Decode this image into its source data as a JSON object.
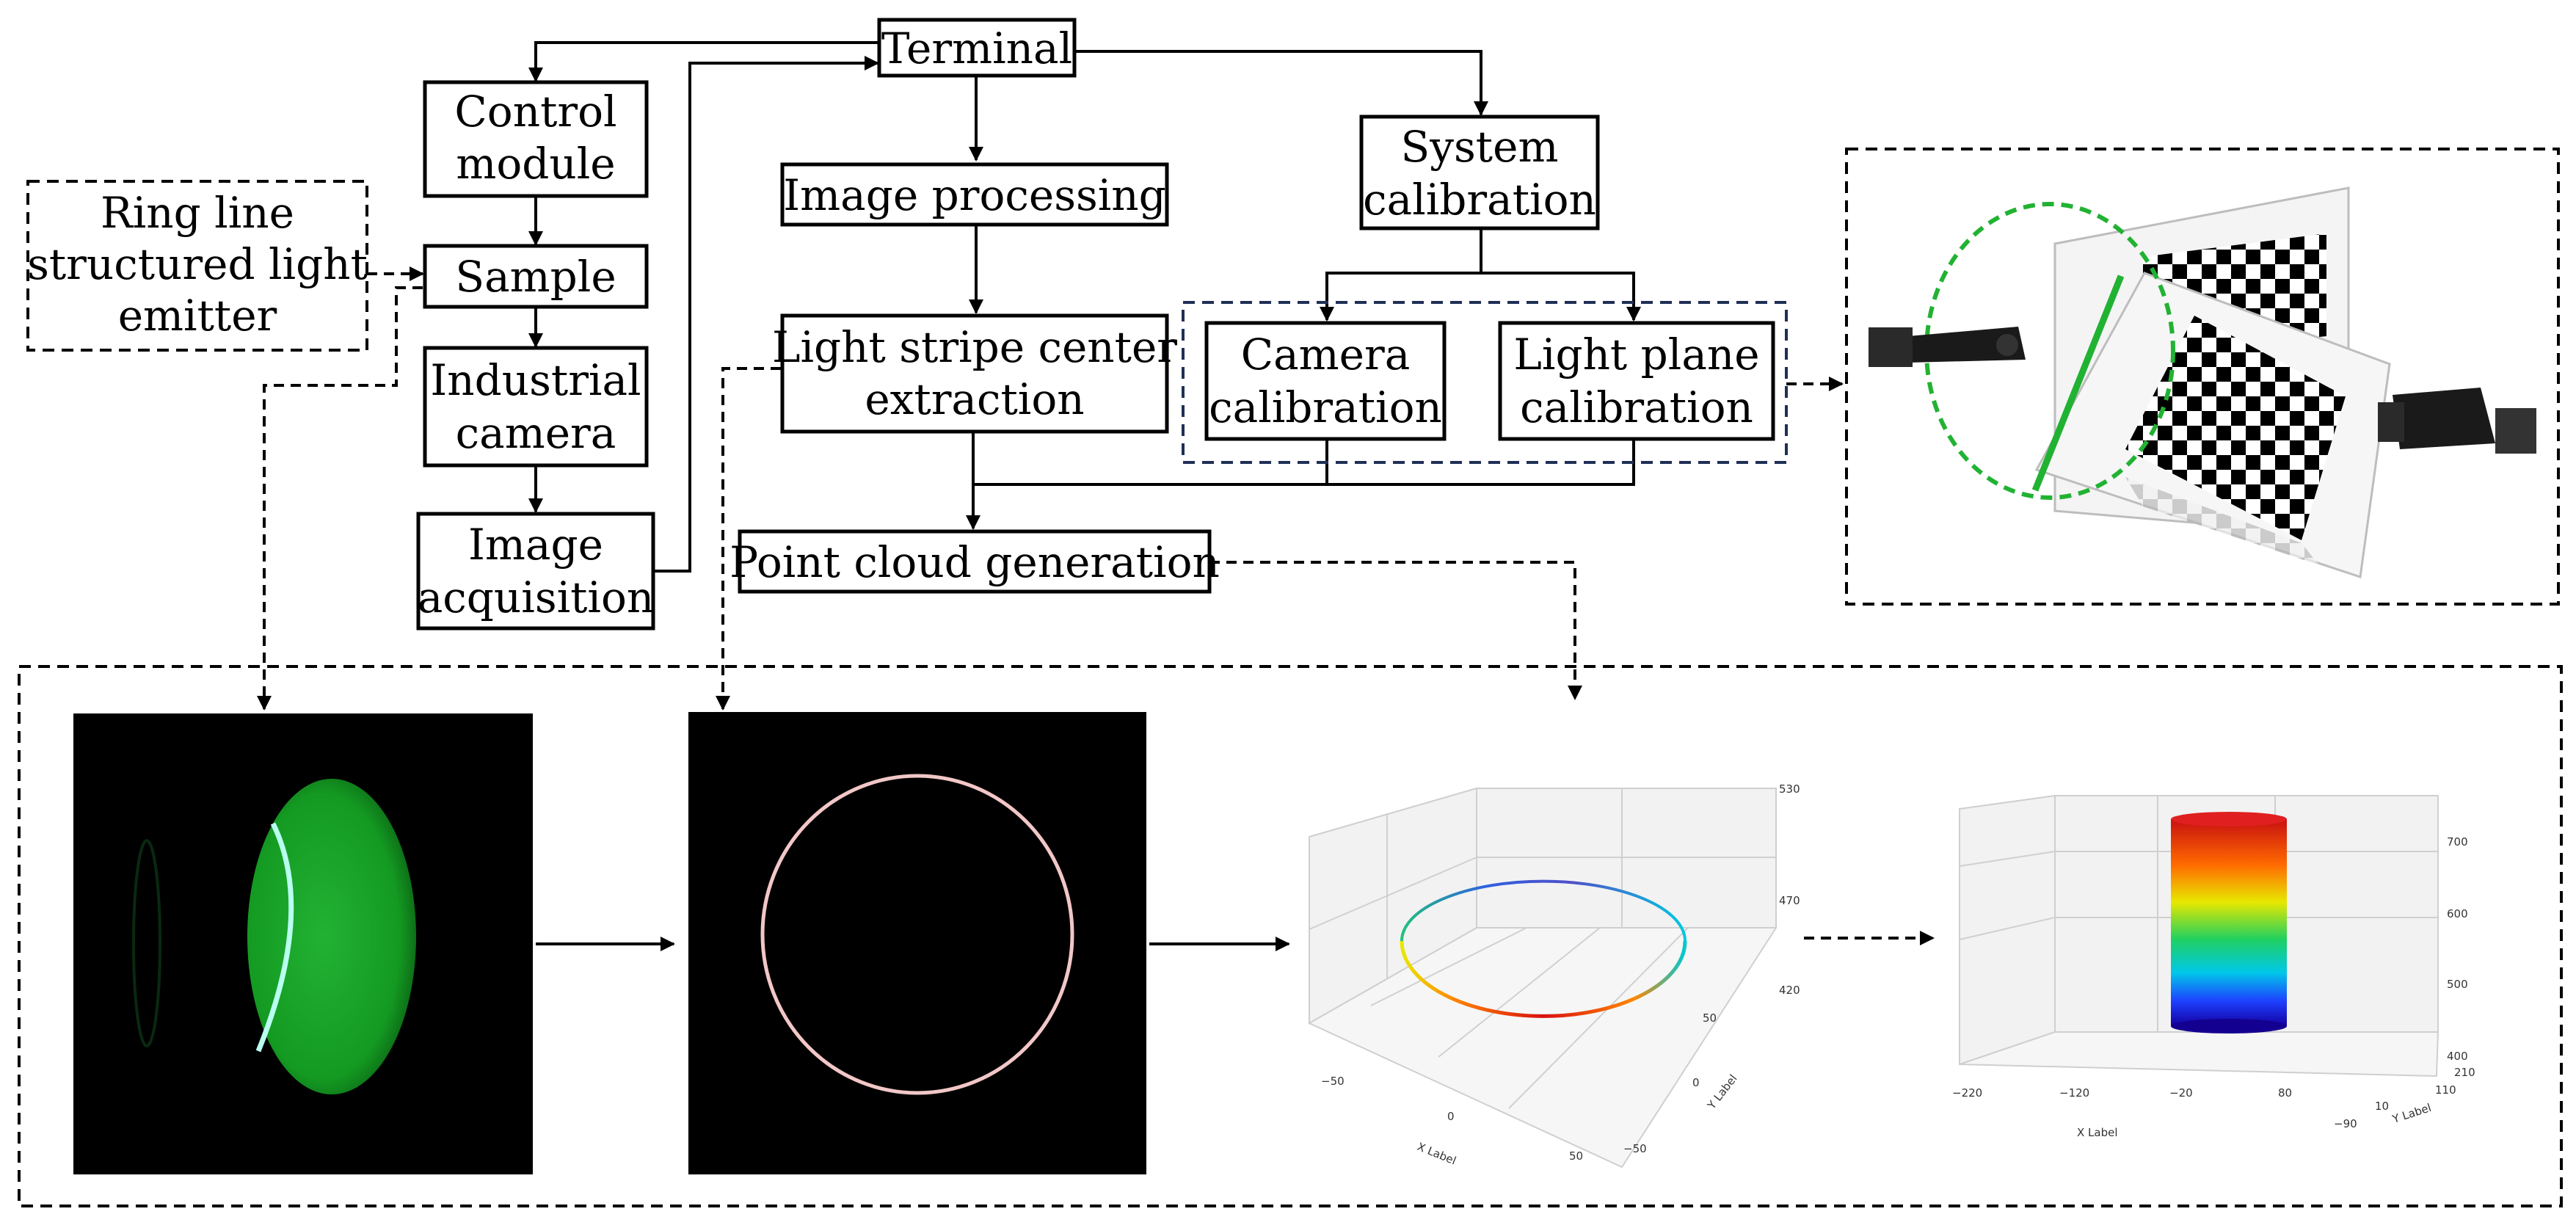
{
  "nodes": {
    "terminal": "Terminal",
    "control_module": [
      "Control",
      "module"
    ],
    "sample": "Sample",
    "industrial_camera": [
      "Industrial",
      "camera"
    ],
    "image_acquisition": [
      "Image",
      "acquisition"
    ],
    "ring_emitter": [
      "Ring line",
      "structured light",
      "emitter"
    ],
    "image_processing": "Image processing",
    "light_stripe": [
      "Light stripe center",
      "extraction"
    ],
    "point_cloud": "Point cloud generation",
    "system_calibration": [
      "System",
      "calibration"
    ],
    "camera_calibration": [
      "Camera",
      "calibration"
    ],
    "light_plane_calibration": [
      "Light plane",
      "calibration"
    ]
  },
  "plot1": {
    "z_ticks": [
      "530",
      "470",
      "420"
    ],
    "x_ticks": [
      "−50",
      "0",
      "50"
    ],
    "y_ticks": [
      "50",
      "0",
      "−50"
    ],
    "xlabel": "X Label",
    "ylabel": "Y Label"
  },
  "plot2": {
    "z_ticks": [
      "700",
      "600",
      "500",
      "400"
    ],
    "x_ticks": [
      "−220",
      "−120",
      "−20",
      "80"
    ],
    "y_ticks": [
      "210",
      "110",
      "10",
      "−90"
    ],
    "xlabel": "X Label",
    "ylabel": "Y Label"
  },
  "colors": {
    "laser_green": "#22b233",
    "ring": "#f2c7c7",
    "line": "#000000",
    "calib_border": "#1f2f55"
  }
}
